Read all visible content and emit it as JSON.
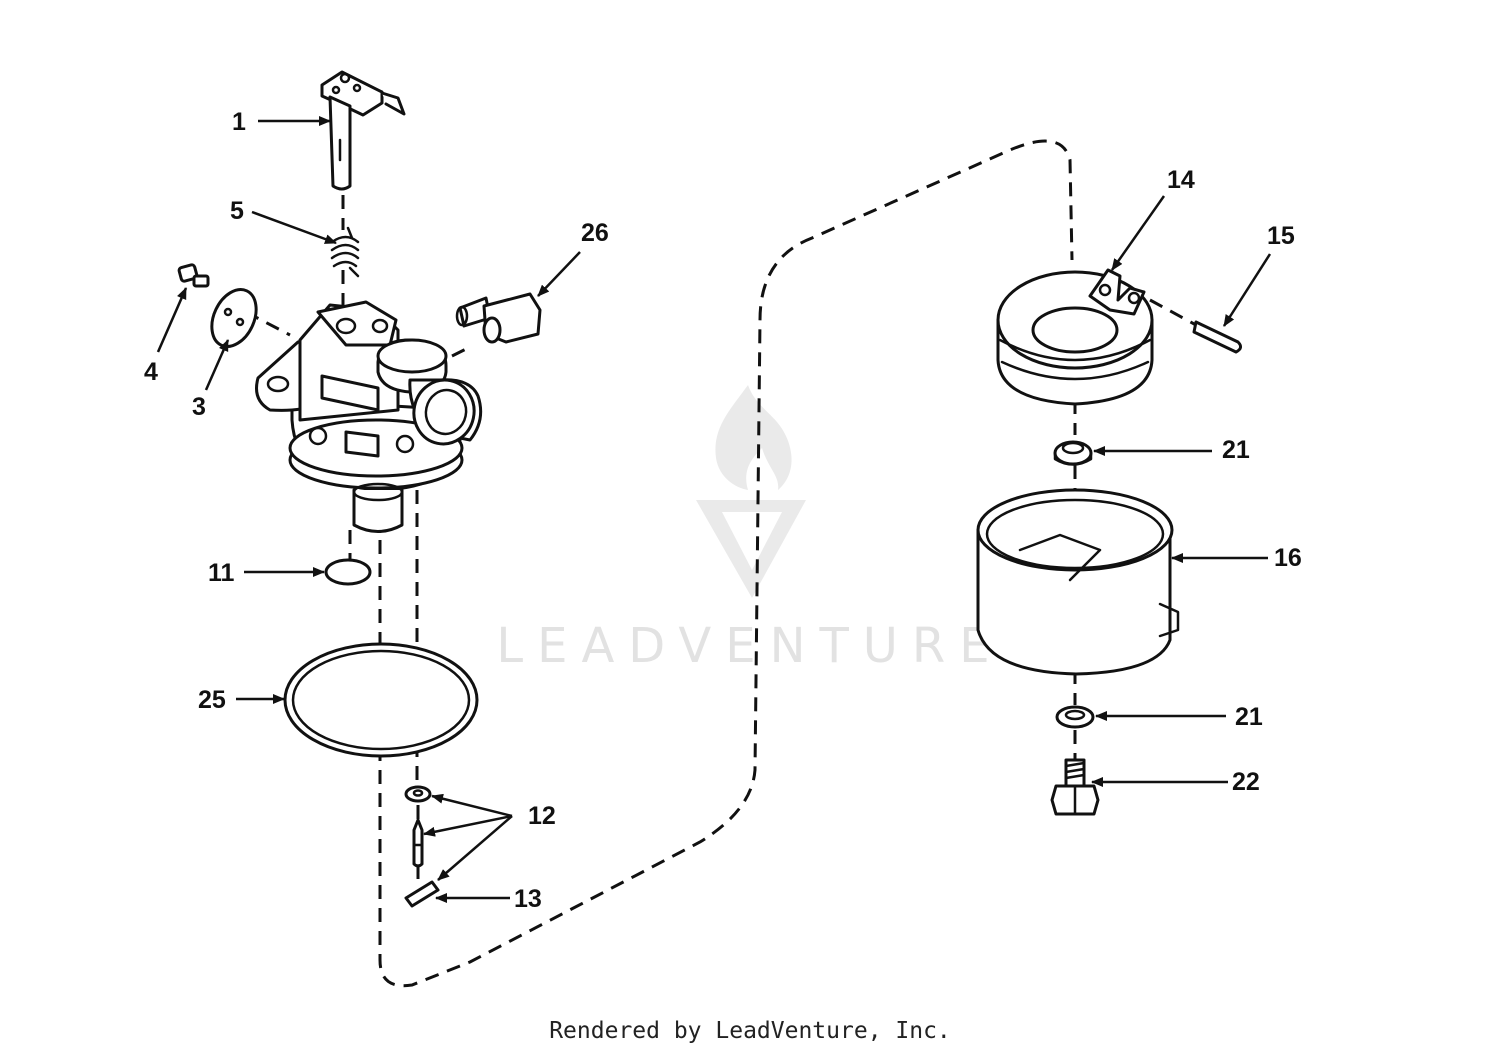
{
  "callouts": {
    "c1": "1",
    "c3": "3",
    "c4": "4",
    "c5": "5",
    "c11": "11",
    "c12": "12",
    "c13": "13",
    "c14": "14",
    "c15": "15",
    "c16": "16",
    "c21a": "21",
    "c21b": "21",
    "c22": "22",
    "c25": "25",
    "c26": "26"
  },
  "watermark": {
    "text": "LEADVENTURE",
    "icon": "leadventure-flame-logo"
  },
  "footer": {
    "text": "Rendered by LeadVenture, Inc."
  }
}
